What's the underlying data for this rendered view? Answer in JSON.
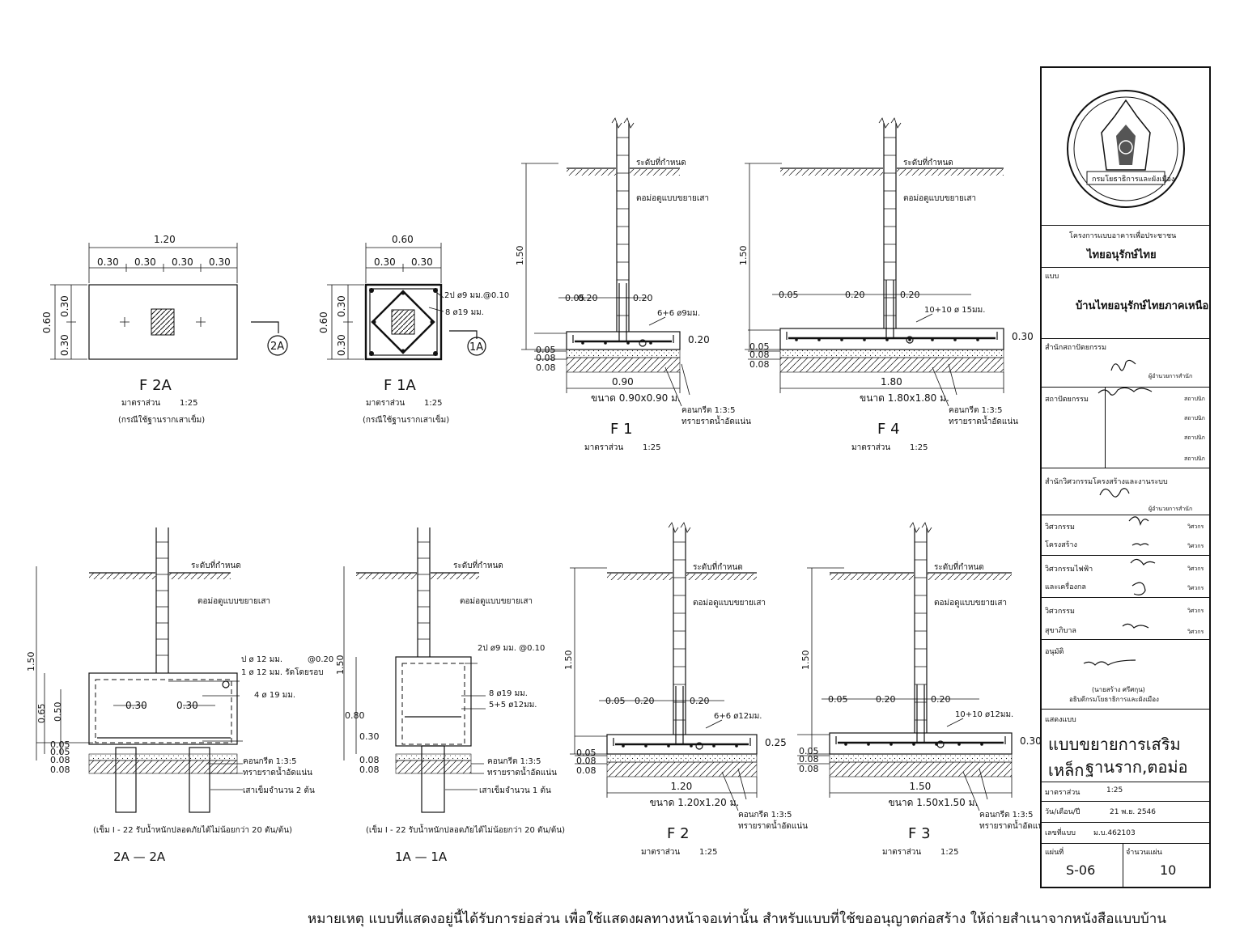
{
  "footings": {
    "f2a": {
      "title": "F  2A",
      "scale_label": "มาตราส่วน",
      "scale": "1:25",
      "note": "(กรณีใช้ฐานรากเสาเข็ม)",
      "dim_total": "1.20",
      "dim_a": "0.30",
      "dim_b": "0.30",
      "dim_c": "0.30",
      "dim_d": "0.30",
      "dim_h": "0.60",
      "dim_h1": "0.30",
      "dim_h2": "0.30",
      "section_mark": "2A"
    },
    "f1a": {
      "title": "F  1A",
      "scale_label": "มาตราส่วน",
      "scale": "1:25",
      "note": "(กรณีใช้ฐานรากเสาเข็ม)",
      "dim_total": "0.60",
      "dim_a": "0.30",
      "dim_b": "0.30",
      "dim_h": "0.60",
      "dim_h1": "0.30",
      "dim_h2": "0.30",
      "rebar_1": "2ป ø9 มม.@0.10",
      "rebar_2": "8 ø19 มม.",
      "section_mark": "1A"
    },
    "f1": {
      "title": "F  1",
      "scale_label": "มาตราส่วน",
      "scale": "1:25",
      "ground": "ระดับที่กำหนด",
      "column": "ตอม่อดูแบบขยายเสา",
      "height": "1.50",
      "d1": "0.05",
      "d2": "0.20",
      "d3": "0.20",
      "rebar": "6+6 ø9มม.",
      "thick": "0.20",
      "l1": "0.05",
      "l2": "0.08",
      "l3": "0.08",
      "width": "0.90",
      "size": "ขนาด  0.90x0.90  ม.",
      "concrete": "คอนกรีต  1:3:5",
      "sand": "ทรายราดน้ำอัดแน่น"
    },
    "f4": {
      "title": "F  4",
      "scale_label": "มาตราส่วน",
      "scale": "1:25",
      "ground": "ระดับที่กำหนด",
      "column": "ตอม่อดูแบบขยายเสา",
      "height": "1.50",
      "d1": "0.05",
      "d2": "0.20",
      "d3": "0.20",
      "rebar": "10+10 ø 15มม.",
      "thick": "0.30",
      "l1": "0.05",
      "l2": "0.08",
      "l3": "0.08",
      "width": "1.80",
      "size": "ขนาด  1.80x1.80  ม.",
      "concrete": "คอนกรีต  1:3:5",
      "sand": "ทรายราดน้ำอัดแน่น"
    },
    "s2a": {
      "title": "2A  —  2A",
      "ground": "ระดับที่กำหนด",
      "column": "ตอม่อดูแบบขยายเสา",
      "height": "1.50",
      "h1": "0.65",
      "h2": "0.50",
      "rebar_1": "ป ø 12 มม.",
      "rebar_1b": "@0.20",
      "rebar_2": "1 ø 12 มม. รัดโดยรอบ",
      "rebar_3": "4 ø 19 มม.",
      "w1": "0.30",
      "w2": "0.30",
      "l1": "0.05",
      "l2": "0.05",
      "l3": "0.08",
      "l4": "0.08",
      "concrete": "คอนกรีต  1:3:5",
      "sand": "ทรายราดน้ำอัดแน่น",
      "piles": "เสาเข็มจำนวน  2  ต้น",
      "pile_note": "(เข็ม I -  22  รับน้ำหนักปลอดภัยได้ไม่น้อยกว่า  20  ตัน/ต้น)"
    },
    "s1a": {
      "title": "1A  —  1A",
      "ground": "ระดับที่กำหนด",
      "column": "ตอม่อดูแบบขยายเสา",
      "height": "1.50",
      "h1": "0.80",
      "h2": "0.30",
      "rebar_1": "2ป  ø9  มม.  @0.10",
      "rebar_2": "8 ø19  มม.",
      "rebar_3": "5+5 ø12มม.",
      "l1": "0.08",
      "l2": "0.08",
      "concrete": "คอนกรีต  1:3:5",
      "sand": "ทรายราดน้ำอัดแน่น",
      "piles": "เสาเข็มจำนวน  1  ต้น",
      "pile_note": "(เข็ม I -  22  รับน้ำหนักปลอดภัยได้ไม่น้อยกว่า  20  ตัน/ต้น)"
    },
    "f2": {
      "title": "F  2",
      "scale_label": "มาตราส่วน",
      "scale": "1:25",
      "ground": "ระดับที่กำหนด",
      "column": "ตอม่อดูแบบขยายเสา",
      "height": "1.50",
      "d1": "0.05",
      "d2": "0.20",
      "d3": "0.20",
      "rebar": "6+6 ø12มม.",
      "thick": "0.25",
      "l1": "0.05",
      "l2": "0.08",
      "l3": "0.08",
      "width": "1.20",
      "size": "ขนาด  1.20x1.20  ม.",
      "concrete": "คอนกรีต  1:3:5",
      "sand": "ทรายราดน้ำอัดแน่น"
    },
    "f3": {
      "title": "F  3",
      "scale_label": "มาตราส่วน",
      "scale": "1:25",
      "ground": "ระดับที่กำหนด",
      "column": "ตอม่อดูแบบขยายเสา",
      "height": "1.50",
      "d1": "0.05",
      "d2": "0.20",
      "d3": "0.20",
      "rebar": "10+10 ø12มม.",
      "thick": "0.30",
      "l1": "0.05",
      "l2": "0.08",
      "l3": "0.08",
      "width": "1.50",
      "size": "ขนาด  1.50x1.50  ม.",
      "concrete": "คอนกรีต  1:3:5",
      "sand": "ทรายราดน้ำอัดแน่น"
    }
  },
  "title_block": {
    "seal_text": "กรมโยธาธิการและผังเมือง",
    "project_label": "โครงการแบบอาคารเพื่อประชาชน",
    "project": "ไทยอนุรักษ์ไทย",
    "plan_label": "แบบ",
    "plan": "บ้านไทยอนุรักษ์ไทยภาคเหนือ",
    "office_arch": "สำนักสถาปัตยกรรม",
    "director": "ผู้อำนวยการสำนัก",
    "architect": "สถาปัตยกรรม",
    "role_architect": "สถาปนิก",
    "office_struct": "สำนักวิศวกรรมโครงสร้างและงานระบบ",
    "eng_label": "วิศวกรรม",
    "eng_struct": "โครงสร้าง",
    "eng_elec": "วิศวกรรมไฟฟ้า",
    "eng_elec2": "และเครื่องกล",
    "eng_sanit": "วิศวกรรม",
    "eng_sanit2": "สุขาภิบาล",
    "role_engineer": "วิศวกร",
    "approve_label": "อนุมัติ",
    "approver": "(นายสร้าง  ศรีศกุน)",
    "approver_pos": "อธิบดีกรมโยธาธิการและผังเมือง",
    "show_label": "แสดงแบบ",
    "drawing_title_1": "แบบขยายการเสริมเหล็ก",
    "drawing_title_2": "ฐานราก,ตอม่อ",
    "scale_label": "มาตราส่วน",
    "scale": "1:25",
    "date_label": "วัน/เดือน/ปี",
    "date": "21  พ.ย.  2546",
    "number_label": "เลขที่แบบ",
    "number": "ม.บ.462103",
    "sheet_label": "แผ่นที่",
    "sheet": "S-06",
    "total_label": "จำนวนแผ่น",
    "total": "10"
  },
  "footer_note": "หมายเหตุ   แบบที่แสดงอยู่นี้ได้รับการย่อส่วน   เพื่อใช้แสดงผลทางหน้าจอเท่านั้น   สำหรับแบบที่ใช้ขออนุญาตก่อสร้าง   ให้ถ่ายสำเนาจากหนังสือแบบบ้าน"
}
